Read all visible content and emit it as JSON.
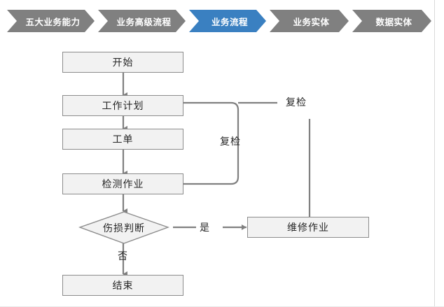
{
  "breadcrumb": {
    "items": [
      {
        "label": "五大业务能力",
        "active": false
      },
      {
        "label": "业务高级流程",
        "active": false
      },
      {
        "label": "业务流程",
        "active": true
      },
      {
        "label": "业务实体",
        "active": false
      },
      {
        "label": "数据实体",
        "active": false
      }
    ],
    "inactive_color": "#808080",
    "active_color": "#3a80c1",
    "text_color": "#ffffff"
  },
  "flowchart": {
    "node_fill": "#f2f2f2",
    "node_border": "#8c8c8c",
    "connector_color": "#808080",
    "nodes": [
      {
        "id": "start",
        "label": "开始",
        "shape": "rect"
      },
      {
        "id": "plan",
        "label": "工作计划",
        "shape": "rect"
      },
      {
        "id": "workorder",
        "label": "工单",
        "shape": "rect"
      },
      {
        "id": "inspect",
        "label": "检测作业",
        "shape": "rect"
      },
      {
        "id": "decision",
        "label": "伤损判断",
        "shape": "diamond"
      },
      {
        "id": "repair",
        "label": "维修作业",
        "shape": "rect"
      },
      {
        "id": "end",
        "label": "结束",
        "shape": "rect"
      }
    ],
    "edge_labels": [
      {
        "id": "recheck-inspect",
        "label": "复检"
      },
      {
        "id": "recheck-repair",
        "label": "复检"
      },
      {
        "id": "yes",
        "label": "是"
      },
      {
        "id": "no",
        "label": "否"
      }
    ]
  }
}
